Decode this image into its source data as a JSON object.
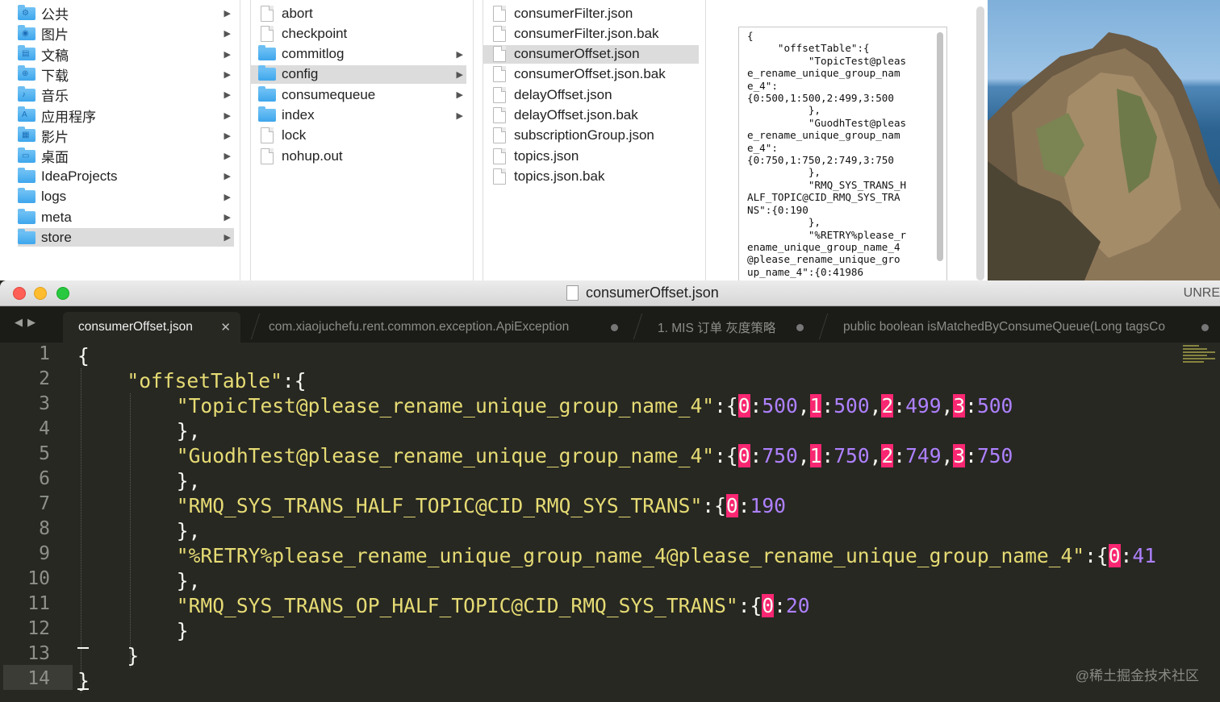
{
  "finder": {
    "sidebar_items": [
      {
        "label": "公共",
        "icon": "public-folder-icon",
        "glyph": "⚙"
      },
      {
        "label": "图片",
        "icon": "pictures-folder-icon",
        "glyph": "◉"
      },
      {
        "label": "文稿",
        "icon": "documents-folder-icon",
        "glyph": "▤"
      },
      {
        "label": "下载",
        "icon": "downloads-folder-icon",
        "glyph": "⊕"
      },
      {
        "label": "音乐",
        "icon": "music-folder-icon",
        "glyph": "♪"
      },
      {
        "label": "应用程序",
        "icon": "applications-folder-icon",
        "glyph": "A"
      },
      {
        "label": "影片",
        "icon": "movies-folder-icon",
        "glyph": "▦"
      },
      {
        "label": "桌面",
        "icon": "desktop-folder-icon",
        "glyph": "▭"
      },
      {
        "label": "IdeaProjects",
        "icon": "folder-icon",
        "glyph": ""
      },
      {
        "label": "logs",
        "icon": "folder-icon",
        "glyph": ""
      },
      {
        "label": "meta",
        "icon": "folder-icon",
        "glyph": ""
      },
      {
        "label": "store",
        "icon": "folder-icon",
        "glyph": "",
        "selected": true
      }
    ],
    "store_items": [
      {
        "label": "abort",
        "type": "file"
      },
      {
        "label": "checkpoint",
        "type": "file"
      },
      {
        "label": "commitlog",
        "type": "folder"
      },
      {
        "label": "config",
        "type": "folder",
        "selected": true
      },
      {
        "label": "consumequeue",
        "type": "folder"
      },
      {
        "label": "index",
        "type": "folder"
      },
      {
        "label": "lock",
        "type": "file"
      },
      {
        "label": "nohup.out",
        "type": "file"
      }
    ],
    "config_items": [
      {
        "label": "consumerFilter.json"
      },
      {
        "label": "consumerFilter.json.bak"
      },
      {
        "label": "consumerOffset.json",
        "selected": true
      },
      {
        "label": "consumerOffset.json.bak"
      },
      {
        "label": "delayOffset.json"
      },
      {
        "label": "delayOffset.json.bak"
      },
      {
        "label": "subscriptionGroup.json"
      },
      {
        "label": "topics.json"
      },
      {
        "label": "topics.json.bak"
      }
    ],
    "preview_text": "{\n     \"offsetTable\":{\n          \"TopicTest@pleas\ne_rename_unique_group_nam\ne_4\":\n{0:500,1:500,2:499,3:500\n          },\n          \"GuodhTest@pleas\ne_rename_unique_group_nam\ne_4\":\n{0:750,1:750,2:749,3:750\n          },\n          \"RMQ_SYS_TRANS_H\nALF_TOPIC@CID_RMQ_SYS_TRA\nNS\":{0:190\n          },\n          \"%RETRY%please_r\nename_unique_group_name_4\n@please_rename_unique_gro\nup_name_4\":{0:41986"
  },
  "editor": {
    "window_title": "consumerOffset.json",
    "unregistered": "UNRE",
    "tabs": [
      {
        "label": "consumerOffset.json",
        "active": true
      },
      {
        "label": "com.xiaojuchefu.rent.common.exception.ApiException"
      },
      {
        "label": "1. MIS 订单 灰度策略"
      },
      {
        "label": "public boolean isMatchedByConsumeQueue(Long tagsCo"
      }
    ],
    "line_numbers": [
      "1",
      "2",
      "3",
      "4",
      "5",
      "6",
      "7",
      "8",
      "9",
      "10",
      "11",
      "12",
      "13",
      "14"
    ],
    "code_lines": [
      {
        "indent": 0,
        "parts": [
          {
            "t": "p",
            "v": "{"
          }
        ]
      },
      {
        "indent": 1,
        "parts": [
          {
            "t": "s",
            "v": "\"offsetTable\""
          },
          {
            "t": "p",
            "v": ":{"
          }
        ]
      },
      {
        "indent": 2,
        "parts": [
          {
            "t": "s",
            "v": "\"TopicTest@please_rename_unique_group_name_4\""
          },
          {
            "t": "p",
            "v": ":{"
          },
          {
            "t": "k",
            "v": "0"
          },
          {
            "t": "p",
            "v": ":"
          },
          {
            "t": "n",
            "v": "500"
          },
          {
            "t": "p",
            "v": ","
          },
          {
            "t": "k",
            "v": "1"
          },
          {
            "t": "p",
            "v": ":"
          },
          {
            "t": "n",
            "v": "500"
          },
          {
            "t": "p",
            "v": ","
          },
          {
            "t": "k",
            "v": "2"
          },
          {
            "t": "p",
            "v": ":"
          },
          {
            "t": "n",
            "v": "499"
          },
          {
            "t": "p",
            "v": ","
          },
          {
            "t": "k",
            "v": "3"
          },
          {
            "t": "p",
            "v": ":"
          },
          {
            "t": "n",
            "v": "500"
          }
        ]
      },
      {
        "indent": 2,
        "parts": [
          {
            "t": "p",
            "v": "},"
          }
        ]
      },
      {
        "indent": 2,
        "parts": [
          {
            "t": "s",
            "v": "\"GuodhTest@please_rename_unique_group_name_4\""
          },
          {
            "t": "p",
            "v": ":{"
          },
          {
            "t": "k",
            "v": "0"
          },
          {
            "t": "p",
            "v": ":"
          },
          {
            "t": "n",
            "v": "750"
          },
          {
            "t": "p",
            "v": ","
          },
          {
            "t": "k",
            "v": "1"
          },
          {
            "t": "p",
            "v": ":"
          },
          {
            "t": "n",
            "v": "750"
          },
          {
            "t": "p",
            "v": ","
          },
          {
            "t": "k",
            "v": "2"
          },
          {
            "t": "p",
            "v": ":"
          },
          {
            "t": "n",
            "v": "749"
          },
          {
            "t": "p",
            "v": ","
          },
          {
            "t": "k",
            "v": "3"
          },
          {
            "t": "p",
            "v": ":"
          },
          {
            "t": "n",
            "v": "750"
          }
        ]
      },
      {
        "indent": 2,
        "parts": [
          {
            "t": "p",
            "v": "},"
          }
        ]
      },
      {
        "indent": 2,
        "parts": [
          {
            "t": "s",
            "v": "\"RMQ_SYS_TRANS_HALF_TOPIC@CID_RMQ_SYS_TRANS\""
          },
          {
            "t": "p",
            "v": ":{"
          },
          {
            "t": "k",
            "v": "0"
          },
          {
            "t": "p",
            "v": ":"
          },
          {
            "t": "n",
            "v": "190"
          }
        ]
      },
      {
        "indent": 2,
        "parts": [
          {
            "t": "p",
            "v": "},"
          }
        ]
      },
      {
        "indent": 2,
        "parts": [
          {
            "t": "s",
            "v": "\"%RETRY%please_rename_unique_group_name_4@please_rename_unique_group_name_4\""
          },
          {
            "t": "p",
            "v": ":{"
          },
          {
            "t": "k",
            "v": "0"
          },
          {
            "t": "p",
            "v": ":"
          },
          {
            "t": "n",
            "v": "41"
          }
        ]
      },
      {
        "indent": 2,
        "parts": [
          {
            "t": "p",
            "v": "},"
          }
        ]
      },
      {
        "indent": 2,
        "parts": [
          {
            "t": "s",
            "v": "\"RMQ_SYS_TRANS_OP_HALF_TOPIC@CID_RMQ_SYS_TRANS\""
          },
          {
            "t": "p",
            "v": ":{"
          },
          {
            "t": "k",
            "v": "0"
          },
          {
            "t": "p",
            "v": ":"
          },
          {
            "t": "n",
            "v": "20"
          }
        ]
      },
      {
        "indent": 2,
        "parts": [
          {
            "t": "p",
            "v": "}"
          }
        ]
      },
      {
        "indent": 1,
        "parts": [
          {
            "t": "p",
            "v": "}"
          }
        ]
      },
      {
        "indent": 0,
        "parts": [
          {
            "t": "p",
            "v": "}"
          }
        ]
      }
    ],
    "watermark": "@稀土掘金技术社区",
    "colors": {
      "background": "#272822",
      "string": "#e6db74",
      "number": "#ae81ff",
      "key_highlight": "#f92672",
      "text": "#f8f8f2"
    }
  }
}
